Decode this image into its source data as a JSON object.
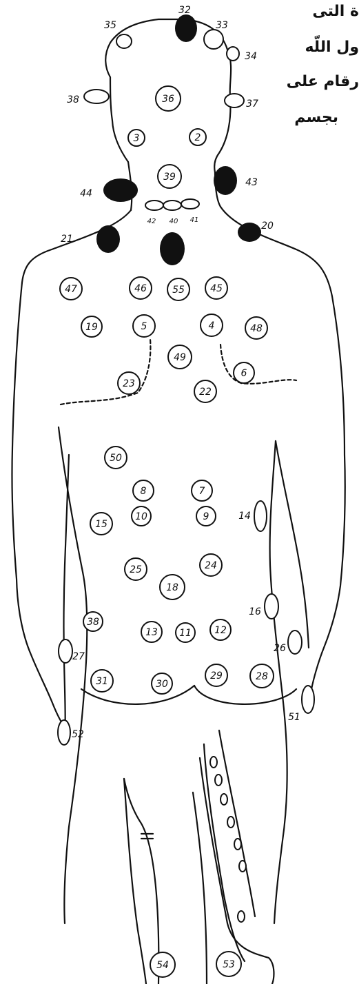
{
  "header_text_lines": [
    "ة التى",
    "ول اللّه",
    "رقام على",
    "بجسم"
  ],
  "numbered_points": [
    {
      "n": "32"
    },
    {
      "n": "33"
    },
    {
      "n": "35"
    },
    {
      "n": "34"
    },
    {
      "n": "38"
    },
    {
      "n": "37"
    },
    {
      "n": "36"
    },
    {
      "n": "3"
    },
    {
      "n": "2"
    },
    {
      "n": "39"
    },
    {
      "n": "44"
    },
    {
      "n": "43"
    },
    {
      "n": "42"
    },
    {
      "n": "40"
    },
    {
      "n": "41"
    },
    {
      "n": "21"
    },
    {
      "n": "20"
    },
    {
      "n": "47"
    },
    {
      "n": "46"
    },
    {
      "n": "55"
    },
    {
      "n": "45"
    },
    {
      "n": "19"
    },
    {
      "n": "5"
    },
    {
      "n": "4"
    },
    {
      "n": "48"
    },
    {
      "n": "49"
    },
    {
      "n": "23"
    },
    {
      "n": "6"
    },
    {
      "n": "22"
    },
    {
      "n": "50"
    },
    {
      "n": "8"
    },
    {
      "n": "7"
    },
    {
      "n": "10"
    },
    {
      "n": "9"
    },
    {
      "n": "15"
    },
    {
      "n": "14"
    },
    {
      "n": "25"
    },
    {
      "n": "24"
    },
    {
      "n": "18"
    },
    {
      "n": "16"
    },
    {
      "n": "38"
    },
    {
      "n": "13"
    },
    {
      "n": "11"
    },
    {
      "n": "12"
    },
    {
      "n": "27"
    },
    {
      "n": "26"
    },
    {
      "n": "31"
    },
    {
      "n": "30"
    },
    {
      "n": "29"
    },
    {
      "n": "28"
    },
    {
      "n": "51"
    },
    {
      "n": "52"
    },
    {
      "n": "54"
    },
    {
      "n": "53"
    }
  ]
}
